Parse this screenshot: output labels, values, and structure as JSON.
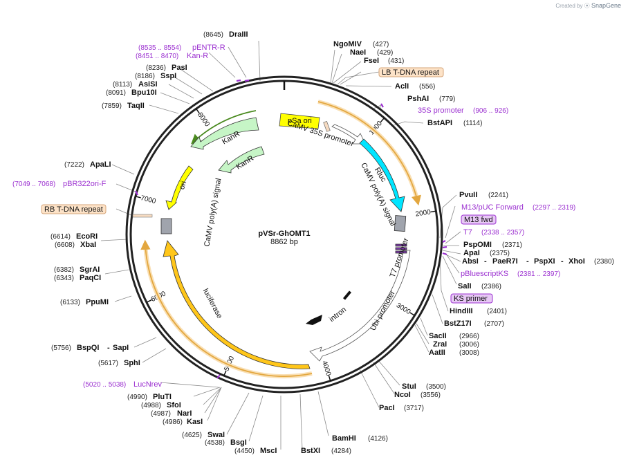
{
  "credit": {
    "prefix": "Created by",
    "brand": "SnapGene"
  },
  "plasmid": {
    "name": "pVSr-GhOMT1",
    "length_label": "8862 bp",
    "length": 8862
  },
  "ticks": [
    {
      "bp": 1000,
      "label": "1000"
    },
    {
      "bp": 2000,
      "label": "2000"
    },
    {
      "bp": 3000,
      "label": "3000"
    },
    {
      "bp": 4000,
      "label": "4000"
    },
    {
      "bp": 5000,
      "label": "5000"
    },
    {
      "bp": 6000,
      "label": "6000"
    },
    {
      "bp": 7000,
      "label": "7000"
    },
    {
      "bp": 8000,
      "label": "8000"
    }
  ],
  "sites": [
    {
      "name": "DraIII",
      "pos": "(8645)"
    },
    {
      "name": "NgoMIV",
      "pos": "(427)"
    },
    {
      "name": "NaeI",
      "pos": "(429)"
    },
    {
      "name": "FseI",
      "pos": "(431)"
    },
    {
      "name": "AclI",
      "pos": "(556)"
    },
    {
      "name": "PshAI",
      "pos": "(779)"
    },
    {
      "name": "BstAPI",
      "pos": "(1114)"
    },
    {
      "name": "PvuII",
      "pos": "(2241)"
    },
    {
      "name": "PspOMI",
      "pos": "(2371)"
    },
    {
      "name": "ApaI",
      "pos": "(2375)"
    },
    {
      "name": "AbsI",
      "pos": "(2380)",
      "extra": [
        "PaeR7I",
        "PspXI",
        "XhoI"
      ]
    },
    {
      "name": "SalI",
      "pos": "(2386)"
    },
    {
      "name": "HindIII",
      "pos": "(2401)"
    },
    {
      "name": "BstZ17I",
      "pos": "(2707)"
    },
    {
      "name": "SacII",
      "pos": "(2966)"
    },
    {
      "name": "ZraI",
      "pos": "(3006)"
    },
    {
      "name": "AatII",
      "pos": "(3008)"
    },
    {
      "name": "StuI",
      "pos": "(3500)"
    },
    {
      "name": "NcoI",
      "pos": "(3556)"
    },
    {
      "name": "PacI",
      "pos": "(3717)"
    },
    {
      "name": "BamHI",
      "pos": "(4126)"
    },
    {
      "name": "BstXI",
      "pos": "(4284)"
    },
    {
      "name": "MscI",
      "pos": "(4450)"
    },
    {
      "name": "BsgI",
      "pos": "(4538)"
    },
    {
      "name": "SwaI",
      "pos": "(4625)"
    },
    {
      "name": "KasI",
      "pos": "(4986)"
    },
    {
      "name": "NarI",
      "pos": "(4987)"
    },
    {
      "name": "SfoI",
      "pos": "(4988)"
    },
    {
      "name": "PluTI",
      "pos": "(4990)"
    },
    {
      "name": "SphI",
      "pos": "(5617)"
    },
    {
      "name": "BspQI",
      "pos": "(5756)",
      "extra": [
        "SapI"
      ]
    },
    {
      "name": "PpuMI",
      "pos": "(6133)"
    },
    {
      "name": "PaqCI",
      "pos": "(6343)"
    },
    {
      "name": "SgrAI",
      "pos": "(6382)"
    },
    {
      "name": "XbaI",
      "pos": "(6608)"
    },
    {
      "name": "EcoRI",
      "pos": "(6614)"
    },
    {
      "name": "ApaLI",
      "pos": "(7222)"
    },
    {
      "name": "TaqII",
      "pos": "(7859)"
    },
    {
      "name": "Bpu10I",
      "pos": "(8091)"
    },
    {
      "name": "AsiSI",
      "pos": "(8113)"
    },
    {
      "name": "SspI",
      "pos": "(8186)"
    },
    {
      "name": "PasI",
      "pos": "(8236)"
    }
  ],
  "primers": [
    {
      "name": "pENTR-R",
      "range": "(8535 .. 8554)"
    },
    {
      "name": "Kan-R",
      "range": "(8451 .. 8470)"
    },
    {
      "name": "35S promoter",
      "range": "(906 .. 926)"
    },
    {
      "name": "M13/pUC Forward",
      "range": "(2297 .. 2319)"
    },
    {
      "name": "M13 fwd",
      "range": ""
    },
    {
      "name": "T7",
      "range": "(2338 .. 2357)"
    },
    {
      "name": "pBluescriptKS",
      "range": "(2381 .. 2397)"
    },
    {
      "name": "KS primer",
      "range": ""
    },
    {
      "name": "LucNrev",
      "range": "(5020 .. 5038)"
    },
    {
      "name": "pBR322ori-F",
      "range": "(7049 .. 7068)"
    }
  ],
  "boxed_features": [
    {
      "name": "LB T-DNA repeat"
    },
    {
      "name": "RB T-DNA repeat"
    }
  ],
  "features": [
    {
      "name": "pSa ori",
      "color": "#ffff00"
    },
    {
      "name": "CaMV 35S promoter",
      "color": "#ffffff"
    },
    {
      "name": "Rluc",
      "color": "#00e5ff"
    },
    {
      "name": "CaMV poly(A) signal",
      "color": "#a0a4ad"
    },
    {
      "name": "T7 promoter",
      "color": "#ffffff"
    },
    {
      "name": "Ubi promoter",
      "color": "#ffffff"
    },
    {
      "name": "intron",
      "color": "#111111"
    },
    {
      "name": "luciferase",
      "color": "#ffc61a"
    },
    {
      "name": "CaMV poly(A) signal",
      "color": "#a0a4ad"
    },
    {
      "name": "ori",
      "color": "#ffff00"
    },
    {
      "name": "KanR",
      "color": "#c6f5c6"
    },
    {
      "name": "KanR",
      "color": "#c6f5c6"
    }
  ],
  "colors": {
    "primer": "#9b30d0",
    "boxed_fill": "#fde3c8",
    "boxed_stroke": "#d5a57a",
    "orf": "#e3a73f"
  }
}
